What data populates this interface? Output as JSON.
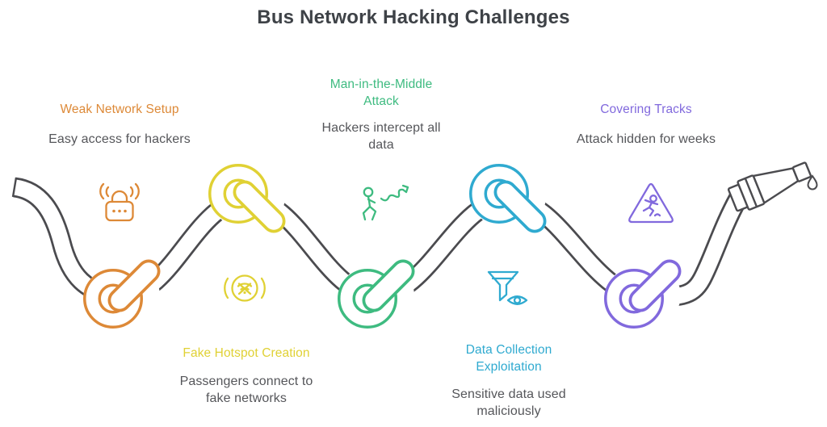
{
  "title": "Bus Network Hacking Challenges",
  "rope_color": "#4b4b4f",
  "steps": [
    {
      "label": "Weak Network Setup",
      "description": "Easy access for hackers",
      "color": "#dd8937",
      "icon": "wifi-lock-icon"
    },
    {
      "label": "Fake Hotspot Creation",
      "description": "Passengers connect to fake networks",
      "color": "#e0d134",
      "icon": "fake-hotspot-icon"
    },
    {
      "label": "Man-in-the-Middle Attack",
      "description": "Hackers intercept all data",
      "color": "#3ebb80",
      "icon": "intercept-walker-icon"
    },
    {
      "label": "Data Collection Exploitation",
      "description": "Sensitive data used maliciously",
      "color": "#2faad0",
      "icon": "data-funnel-eye-icon"
    },
    {
      "label": "Covering Tracks",
      "description": "Attack hidden for weeks",
      "color": "#8169dd",
      "icon": "slip-warning-icon"
    }
  ]
}
